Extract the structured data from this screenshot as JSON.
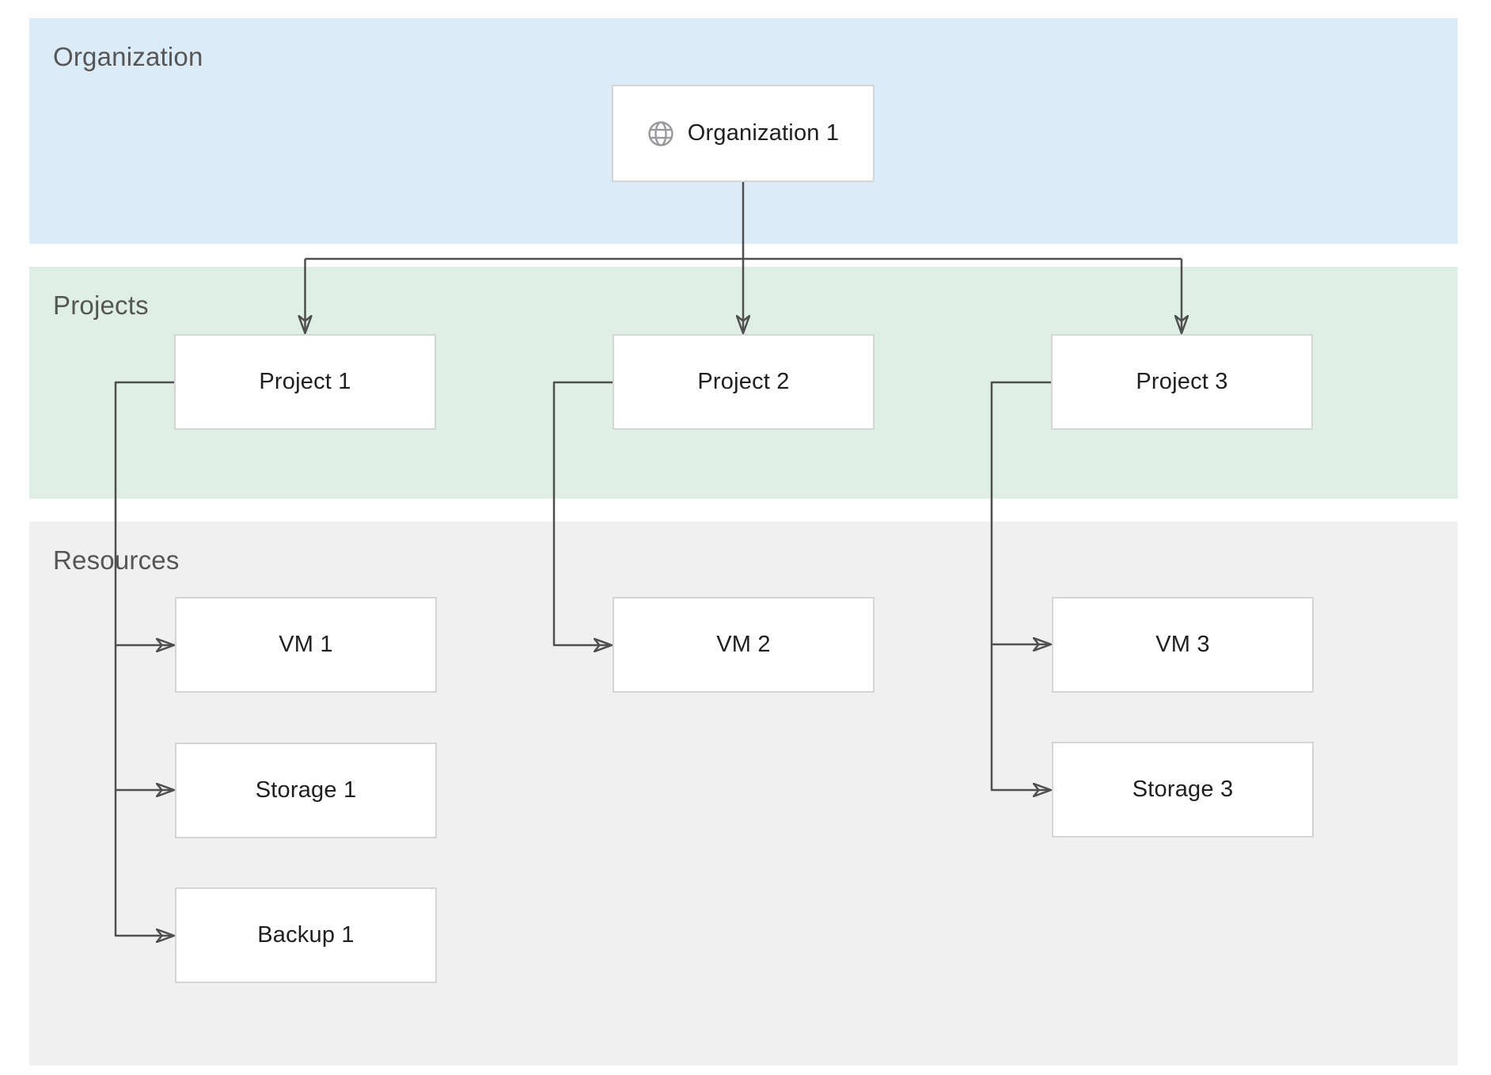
{
  "bands": [
    {
      "name": "Organization",
      "color": "#dbecf8"
    },
    {
      "name": "Projects",
      "color": "#dfefe5"
    },
    {
      "name": "Resources",
      "color": "#f0f0f1"
    }
  ],
  "nodes": {
    "org1": {
      "label": "Organization 1",
      "icon": "globe-icon"
    },
    "project1": {
      "label": "Project 1"
    },
    "project2": {
      "label": "Project 2"
    },
    "project3": {
      "label": "Project 3"
    },
    "vm1": {
      "label": "VM 1"
    },
    "storage1": {
      "label": "Storage 1"
    },
    "backup1": {
      "label": "Backup 1"
    },
    "vm2": {
      "label": "VM 2"
    },
    "vm3": {
      "label": "VM 3"
    },
    "storage3": {
      "label": "Storage 3"
    }
  },
  "edges": [
    {
      "from": "Organization 1",
      "to": "Project 1"
    },
    {
      "from": "Organization 1",
      "to": "Project 2"
    },
    {
      "from": "Organization 1",
      "to": "Project 3"
    },
    {
      "from": "Project 1",
      "to": "VM 1"
    },
    {
      "from": "Project 1",
      "to": "Storage 1"
    },
    {
      "from": "Project 1",
      "to": "Backup 1"
    },
    {
      "from": "Project 2",
      "to": "VM 2"
    },
    {
      "from": "Project 3",
      "to": "VM 3"
    },
    {
      "from": "Project 3",
      "to": "Storage 3"
    }
  ],
  "colors": {
    "organization_band": "#dbecf8",
    "projects_band": "#dfefe5",
    "resources_band": "#f0f0f1",
    "connector": "#4f4f4f",
    "node_border": "#d5d5d5",
    "node_fill": "#ffffff",
    "node_text": "#1f1f1f",
    "band_label_text": "#565656",
    "globe_icon": "#97999c",
    "background": "#ffffff"
  }
}
